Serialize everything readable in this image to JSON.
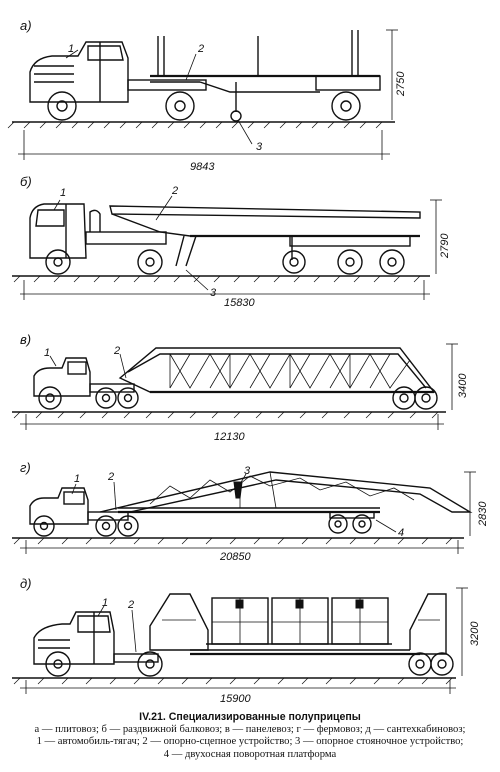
{
  "panels": [
    {
      "letter": "а)",
      "callouts": [
        "1",
        "2",
        "3"
      ],
      "length": "9843",
      "height": "2750"
    },
    {
      "letter": "б)",
      "callouts": [
        "1",
        "2",
        "3"
      ],
      "length": "15830",
      "height": "2790"
    },
    {
      "letter": "в)",
      "callouts": [
        "1",
        "2"
      ],
      "length": "12130",
      "height": "3400"
    },
    {
      "letter": "г)",
      "callouts": [
        "1",
        "2",
        "3",
        "4"
      ],
      "length": "20850",
      "height": "2830"
    },
    {
      "letter": "д)",
      "callouts": [
        "1",
        "2"
      ],
      "length": "15900",
      "height": "3200"
    }
  ],
  "caption": {
    "title": "IV.21. Специализированные полуприцепы",
    "line1": "а — плитовоз; б — раздвижной балковоз; в — панелевоз; г — фермовоз; д — сантехкабиновоз;",
    "line2": "1 — автомобиль-тягач; 2 — опорно-сцепное устройство; 3 — опорное стояночное устройство;",
    "line3": "4 — двухосная поворотная платформа"
  }
}
